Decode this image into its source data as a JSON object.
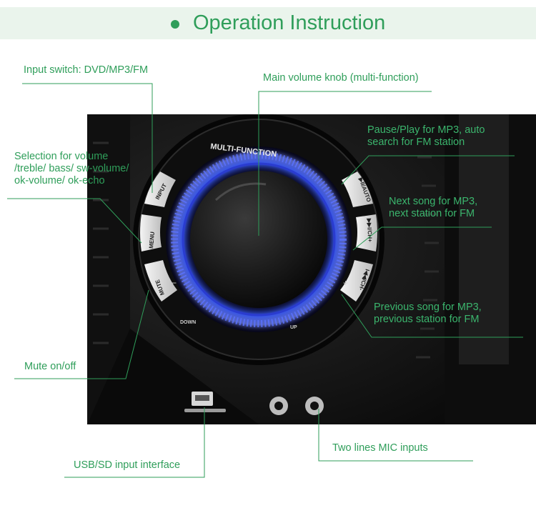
{
  "header": {
    "title": "Operation Instruction"
  },
  "knob": {
    "ring_label": "MULTI-FUNCTION",
    "left_buttons": [
      "INPUT",
      "MENU",
      "MUTE"
    ],
    "right_buttons": [
      "▶II/AUTO",
      "▶▶I/CH+",
      "I◀◀/CH-"
    ],
    "down_label": "DOWN",
    "up_label": "UP",
    "minus_sign": "−",
    "plus_sign": "+"
  },
  "callouts": {
    "input_switch": "Input switch: DVD/MP3/FM",
    "main_volume": "Main volume knob (multi-function)",
    "selection": [
      "Selection for volume",
      "/treble/ bass/ sw-volume/",
      "ok-volume/ ok-echo"
    ],
    "pause_play": [
      "Pause/Play for MP3, auto",
      "search for FM station"
    ],
    "next_song": [
      "Next song for MP3,",
      "next station for FM"
    ],
    "previous_song": [
      "Previous song for MP3,",
      "previous station for FM"
    ],
    "mute": "Mute on/off",
    "usb_sd": "USB/SD input interface",
    "mic": "Two lines MIC inputs"
  },
  "colors": {
    "accent": "#2f9e5a",
    "banner_bg": "#eaf4ec",
    "led_blue": "#3a5cff",
    "line": "#2f9e5a"
  }
}
